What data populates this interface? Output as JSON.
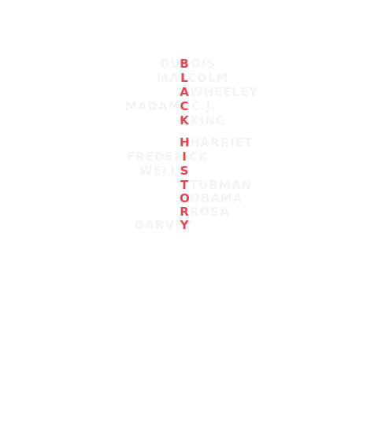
{
  "spine": {
    "color": "#e8424f",
    "letters": [
      "B",
      "L",
      "A",
      "C",
      "K",
      "H",
      "I",
      "S",
      "T",
      "O",
      "R",
      "Y"
    ]
  },
  "names": {
    "color": "#f4f4f4",
    "words": [
      "DUBOIS",
      "MALCOLM",
      "WHEELEY",
      "MADAM",
      "C.J.",
      "KING",
      "HARRIET",
      "FREDERICK",
      "WELLS",
      "TUBMAN",
      "OBAMA",
      "ROSA",
      "GARVEY"
    ]
  }
}
